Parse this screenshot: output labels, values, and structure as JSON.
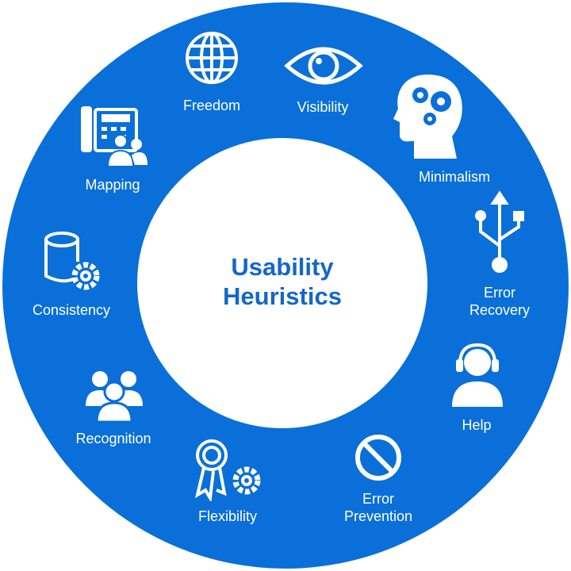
{
  "title": {
    "line1": "Usability",
    "line2": "Heuristics"
  },
  "colors": {
    "ring": "#0a6fd8",
    "title": "#1467c8"
  },
  "heuristics": [
    {
      "label": "Freedom",
      "icon": "globe-icon"
    },
    {
      "label": "Visibility",
      "icon": "eye-icon"
    },
    {
      "label": "Minimalism",
      "icon": "head-gears-icon"
    },
    {
      "label": "Error",
      "label2": "Recovery",
      "icon": "usb-icon"
    },
    {
      "label": "Help",
      "icon": "headset-user-icon"
    },
    {
      "label": "Error",
      "label2": "Prevention",
      "icon": "prohibited-icon"
    },
    {
      "label": "Flexibility",
      "icon": "ribbon-gear-icon"
    },
    {
      "label": "Recognition",
      "icon": "users-icon"
    },
    {
      "label": "Consistency",
      "icon": "database-gear-icon"
    },
    {
      "label": "Mapping",
      "icon": "phone-users-icon"
    }
  ]
}
